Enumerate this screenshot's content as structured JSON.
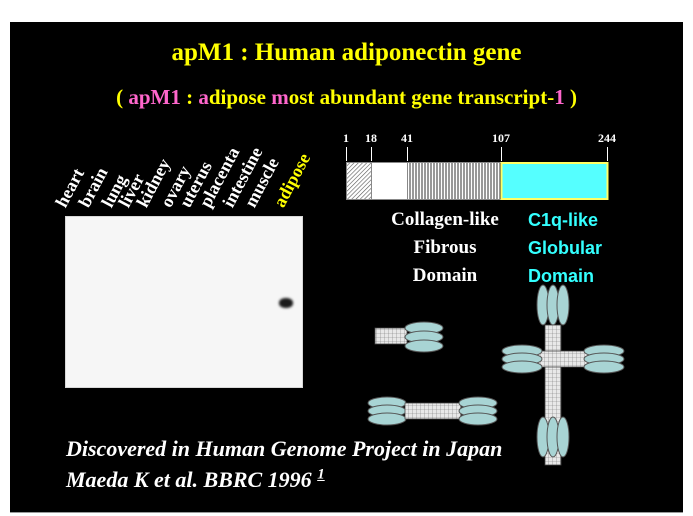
{
  "slide": {
    "title": "apM1 : Human adiponectin gene",
    "subtitle": {
      "open": "( ",
      "gene": "apM1",
      "colon": " : ",
      "a": "a",
      "dipose": "dipose ",
      "m": "m",
      "ost": "ost abundant gene transcript-",
      "one": "1",
      "close": " )"
    }
  },
  "blot": {
    "tissues": [
      "heart",
      "brain",
      "lung",
      "liver",
      "kidney",
      "ovary",
      "uterus",
      "placenta",
      "intestine",
      "muscle",
      "adipose"
    ],
    "highlight_tissue": "adipose"
  },
  "domain_map": {
    "positions": [
      "1",
      "18",
      "41",
      "107",
      "244"
    ],
    "collagen_label": [
      "Collagen-like",
      "Fibrous",
      "Domain"
    ],
    "c1q_label": [
      "C1q-like",
      "Globular",
      "Domain"
    ],
    "colors": {
      "collagen_text": "#ffffff",
      "c1q_text": "#33ffff",
      "globular_fill": "#55ffff",
      "globular_border": "#ffff66"
    }
  },
  "footer": {
    "line1": "Discovered in Human Genome Project in Japan",
    "line2": "Maeda K et al. BBRC 1996 ",
    "ref": "1"
  },
  "colors": {
    "background": "#000000",
    "title": "#ffff00",
    "pink": "#ff66cc",
    "model_fill": "#a8d4d4"
  }
}
